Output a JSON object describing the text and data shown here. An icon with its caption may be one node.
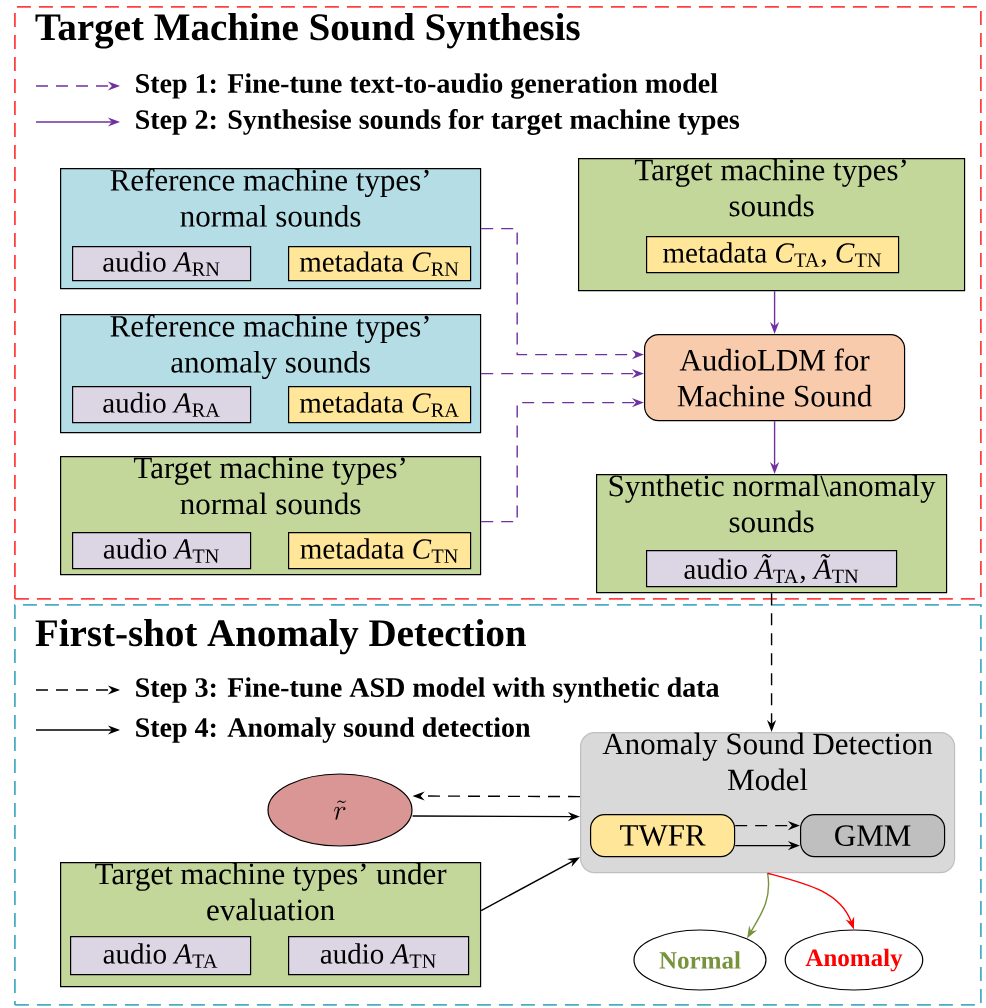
{
  "diagram": {
    "nodes": [
      {
        "text": [
          "Target Machine Sound Synthesis"
        ]
      },
      {
        "text": [
          "First-shot Anomaly Detection"
        ]
      },
      {
        "text": [
          "Reference machine types’ normal sounds"
        ],
        "in": 0
      },
      {
        "text": [
          "audio *A*$_{RN}$"
        ],
        "in": 2
      },
      {
        "text": [
          "metadata *C*$_{RN}$"
        ],
        "in": 2
      },
      {
        "text": [
          "Reference machine types’ anomaly sounds"
        ],
        "in": 0
      },
      {
        "text": [
          "audio *A*$_{RA}$"
        ],
        "in": 5
      },
      {
        "text": [
          "metadata *C*$_{RA}$"
        ],
        "in": 5
      },
      {
        "text": [
          "Target machine types’ normal sounds"
        ],
        "in": 0
      },
      {
        "text": [
          "audio *A*$_{TN}$"
        ],
        "in": 8
      },
      {
        "text": [
          "metadata *C*$_{TN}$"
        ],
        "in": 8
      },
      {
        "text": [
          "Target machine types’ sounds"
        ],
        "in": 0
      },
      {
        "text": [
          "metadata *C*$_{TA}$, *C*$_{TN}$"
        ],
        "in": 11
      },
      {
        "text": [
          "AudioLDM for Machine Sound"
        ],
        "in": 0
      },
      {
        "text": [
          "Synthetic normal\\anomaly sounds"
        ],
        "in": 0
      },
      {
        "text": [
          "audio *Ã*$_{TA}$, *Ã*$_{TN}$"
        ],
        "in": 14
      },
      {
        "text": [
          "\\tilde{r}"
        ],
        "in": 1
      },
      {
        "text": [
          "Anomaly Sound Detection Model"
        ],
        "in": 1
      },
      {
        "text": [
          "TWFR"
        ],
        "in": 17
      },
      {
        "text": [
          "GMM"
        ],
        "in": 17
      },
      {
        "text": [
          "Target machine types’ under evaluation"
        ],
        "in": 1
      },
      {
        "text": [
          "audio *A*$_{TA}$"
        ],
        "in": 20
      },
      {
        "text": [
          "audio *A*$_{TN}$"
        ],
        "in": 20
      },
      {
        "text": [
          "Normal"
        ],
        "in": 1
      },
      {
        "text": [
          "Anomaly"
        ],
        "in": 1
      }
    ],
    "edges": [
      {
        "from": 2,
        "to": 13,
        "arrow": "to",
        "style": "dashed",
        "color": "#7030a0"
      },
      {
        "from": 5,
        "to": 13,
        "arrow": "to",
        "style": "dashed",
        "color": "#7030a0"
      },
      {
        "from": 8,
        "to": 13,
        "arrow": "to",
        "style": "dashed",
        "color": "#7030a0"
      },
      {
        "from": 11,
        "to": 13,
        "arrow": "to",
        "color": "#7030a0"
      },
      {
        "from": 13,
        "to": 14,
        "arrow": "to",
        "color": "#7030a0"
      },
      {
        "from": 14,
        "to": 17,
        "arrow": "to",
        "style": "dashed"
      },
      {
        "from": 17,
        "to": 16,
        "arrow": "to",
        "style": "dashed"
      },
      {
        "from": 16,
        "to": 17,
        "arrow": "to"
      },
      {
        "from": 18,
        "to": 19,
        "arrow": "to",
        "style": "dashed"
      },
      {
        "from": 18,
        "to": 19,
        "arrow": "to"
      },
      {
        "from": 20,
        "to": 17,
        "arrow": "to"
      },
      {
        "from": 17,
        "to": 23,
        "arrow": "to",
        "color": "#77933c"
      },
      {
        "from": 17,
        "to": 24,
        "arrow": "to",
        "color": "#ff0000"
      }
    ],
    "legend": [
      {
        "text": "Step 1: Fine-tune text-to-audio generation model"
      },
      {
        "text": "Step 2: Synthesise  sounds for target machine types"
      },
      {
        "text": "Step 3: Fine-tune ASD model with synthetic data"
      },
      {
        "text": "Step 4: Anomaly sound detection"
      }
    ]
  }
}
